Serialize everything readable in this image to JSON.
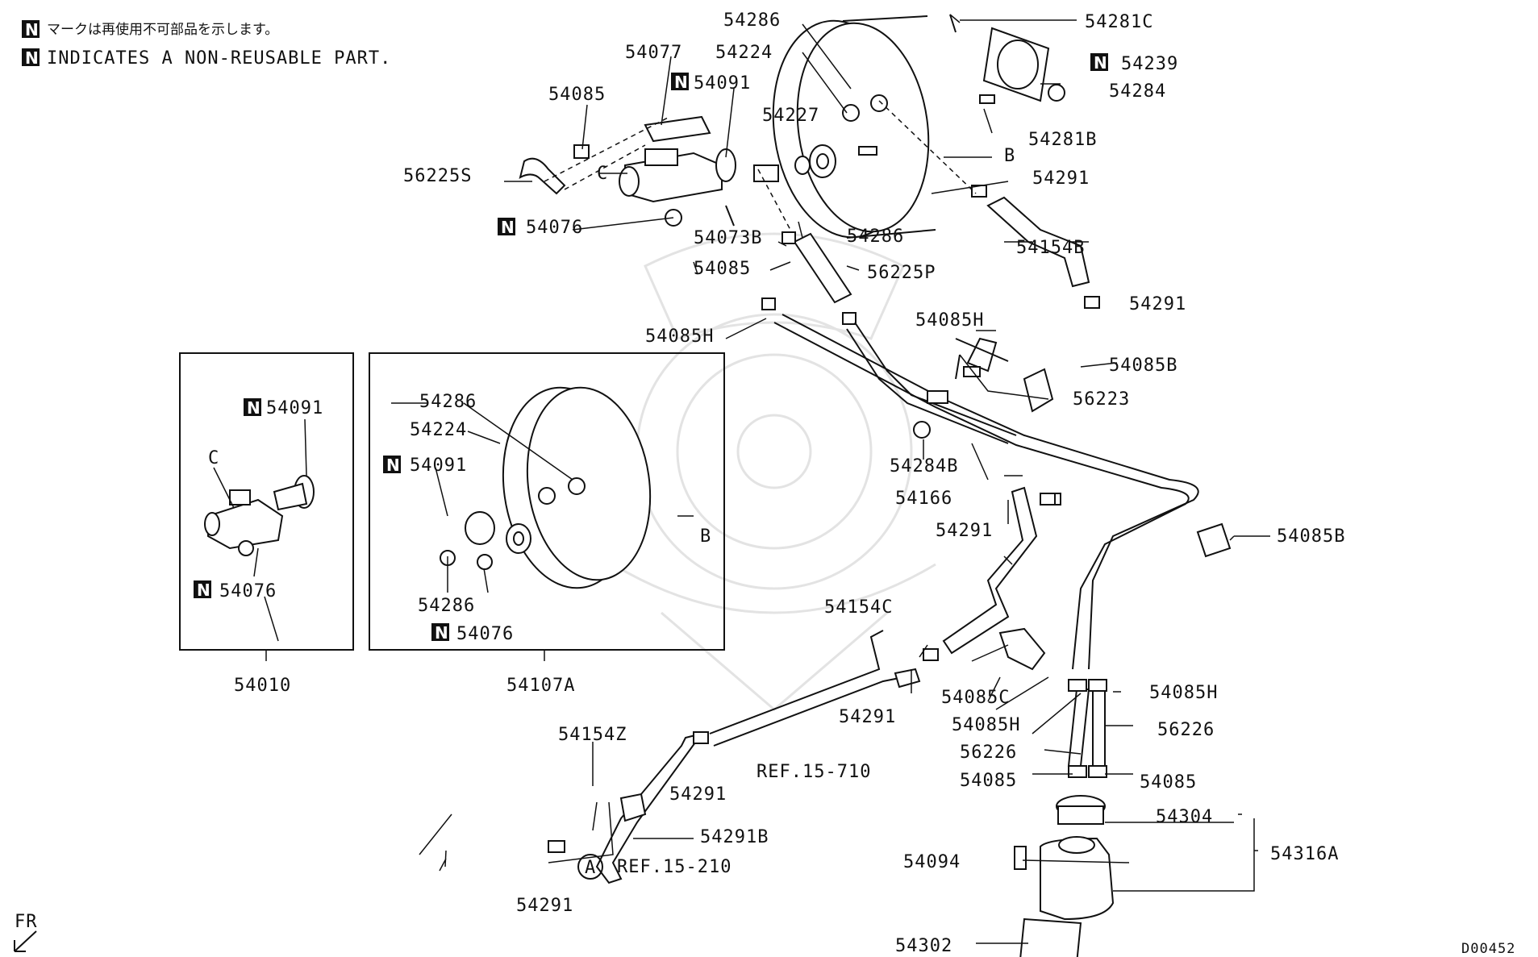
{
  "legend": {
    "marker": "N",
    "japanese": "マークは再使用不可部品を示します。",
    "english": "INDICATES A NON-REUSABLE PART."
  },
  "labels": {
    "p54286_top": "54286",
    "p54281C": "54281C",
    "p54224_top": "54224",
    "p54077": "54077",
    "p54239": "54239",
    "p54091_top": "54091",
    "p54284": "54284",
    "p54085_a": "54085",
    "p54227": "54227",
    "p54281B": "54281B",
    "pB_top": "B",
    "p56225S": "56225S",
    "pC_top": "C",
    "p54291_a": "54291",
    "p54076_top": "54076",
    "p54286_mid": "54286",
    "p54073B": "54073B",
    "p54154B": "54154B",
    "p54085_b": "54085",
    "p56225P": "56225P",
    "p54291_b": "54291",
    "p54085H_a": "54085H",
    "p54085H_b": "54085H",
    "p54085B_a": "54085B",
    "p56223": "56223",
    "p54286_box": "54286",
    "p54091_box1": "54091",
    "p54224_box": "54224",
    "p54091_box2": "54091",
    "pC_box": "C",
    "p54284B": "54284B",
    "p54166": "54166",
    "p54291_c": "54291",
    "pB_box": "B",
    "p54085B_b": "54085B",
    "p54076_box1": "54076",
    "p54286_box2": "54286",
    "p54154C": "54154C",
    "p54076_box2": "54076",
    "p54010": "54010",
    "p54107A": "54107A",
    "p54085C": "54085C",
    "p54085H_c": "54085H",
    "p54291_d": "54291",
    "p54085H_d": "54085H",
    "p56226_a": "56226",
    "p54154Z": "54154Z",
    "p56226_b": "56226",
    "ref15710": "REF.15-710",
    "p54085_c": "54085",
    "p54085_d": "54085",
    "p54291_e": "54291",
    "p54304": "54304",
    "p54291B": "54291B",
    "p54316A": "54316A",
    "callout_A": "A",
    "ref15210": "REF.15-210",
    "p54094": "54094",
    "p54291_f": "54291",
    "fr": "FR",
    "p54302": "54302",
    "diagram_code": "D00452"
  }
}
